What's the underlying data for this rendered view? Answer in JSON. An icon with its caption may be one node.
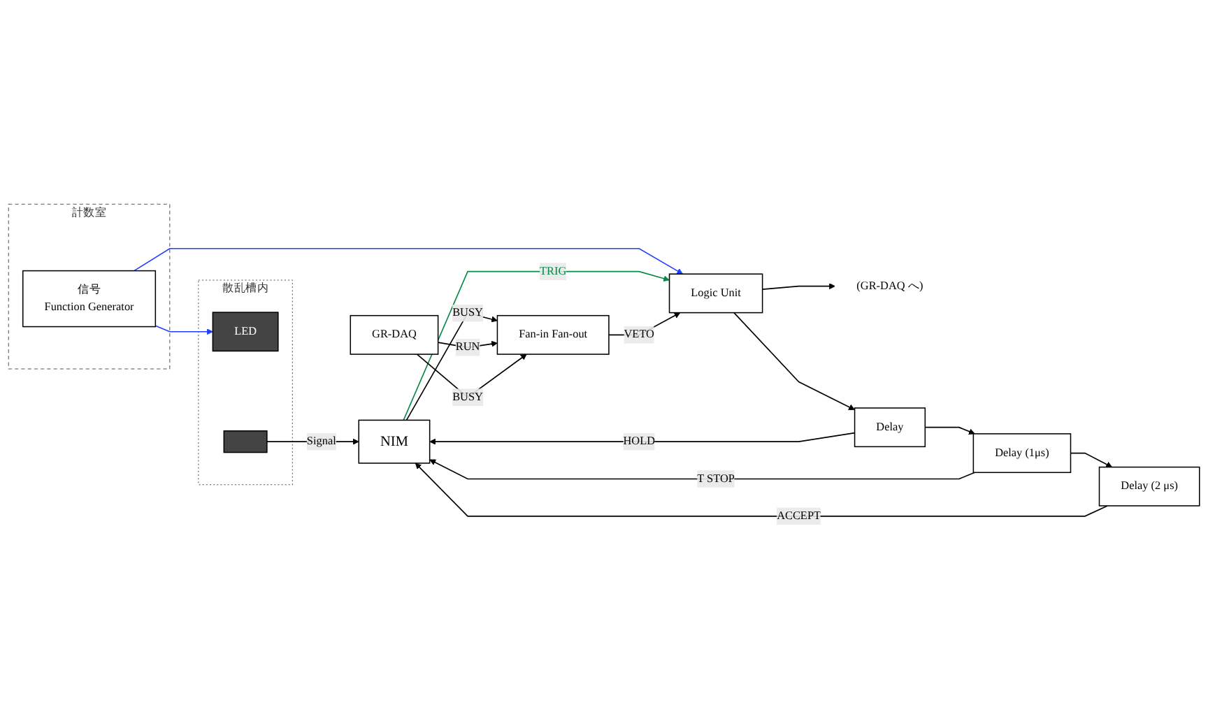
{
  "diagram": {
    "nodes": [
      {
        "text": [
          "散乱槽内"
        ]
      },
      {
        "text": [
          "LED"
        ],
        "in": 0
      },
      {
        "text": [],
        "shape": "bar",
        "in": 0
      },
      {
        "text": [
          "計数室"
        ]
      },
      {
        "text": [
          "信号",
          "Function Generator"
        ],
        "in": 3
      },
      {
        "text": [
          "Logic Unit"
        ]
      },
      {
        "text": [
          "(GR-DAQ へ)"
        ]
      },
      {
        "text": [
          "Delay"
        ]
      },
      {
        "text": [
          "Delay (1μs)"
        ]
      },
      {
        "text": [
          "Delay (2 μs)"
        ]
      },
      {
        "text": [
          "NIM"
        ]
      },
      {
        "text": [
          "GR-DAQ"
        ]
      },
      {
        "text": [
          "Fan-in Fan-out"
        ]
      }
    ],
    "edges": [
      {
        "from": 4,
        "to": 1,
        "arrow": "to",
        "color": "#1f3fff"
      },
      {
        "from": 4,
        "to": 5,
        "arrow": "to",
        "color": "#1f3fff"
      },
      {
        "from": 2,
        "to": 10,
        "label": "Signal",
        "arrow": "to"
      },
      {
        "from": 10,
        "to": 5,
        "label": "TRIG",
        "arrow": "to",
        "color": "#0a8a4a"
      },
      {
        "from": 5,
        "to": 6,
        "arrow": "to"
      },
      {
        "from": 5,
        "to": 7,
        "arrow": "to"
      },
      {
        "from": 7,
        "to": 10,
        "label": "HOLD",
        "arrow": "to"
      },
      {
        "from": 7,
        "to": 8,
        "arrow": "to"
      },
      {
        "from": 8,
        "to": 10,
        "label": "T STOP",
        "arrow": "to"
      },
      {
        "from": 8,
        "to": 9,
        "arrow": "to"
      },
      {
        "from": 9,
        "to": 10,
        "label": "ACCEPT",
        "arrow": "to"
      },
      {
        "from": 10,
        "to": 12,
        "label": "BUSY",
        "arrow": "to"
      },
      {
        "from": 11,
        "to": 12,
        "label": "RUN",
        "arrow": "to"
      },
      {
        "from": 11,
        "to": 12,
        "label": "BUSY",
        "arrow": "to"
      },
      {
        "from": 12,
        "to": 5,
        "label": "VETO",
        "arrow": "to"
      }
    ]
  }
}
